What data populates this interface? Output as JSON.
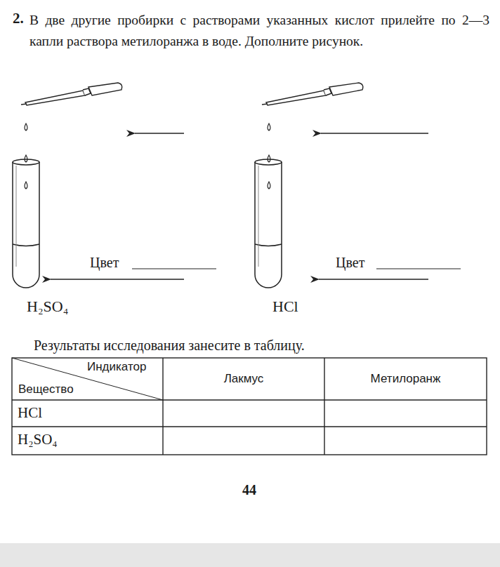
{
  "diagram": {
    "labels": [
      "2.",
      "В две другие пробирки с растворами указанных кислот прилейте по 2—3 капли раствора метилоранжа в воде. Дополните рисунок.",
      "Цвет",
      "Цвет",
      "H₂SO₄",
      "HCl",
      "Результаты исследования занесите в таблицу.",
      "Индикатор",
      "Вещество",
      "Лакмус",
      "Метилоранж",
      "HCl",
      "H₂SO₄",
      "44"
    ]
  }
}
